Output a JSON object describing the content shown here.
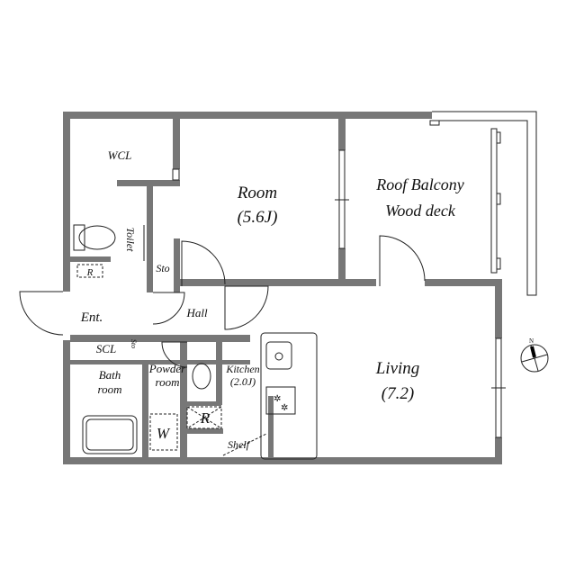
{
  "rooms": {
    "wcl": "WCL",
    "room": "Room",
    "room_size": "(5.6J)",
    "balcony_1": "Roof Balcony",
    "balcony_2": "Wood deck",
    "toilet": "Toilet",
    "sto_upper": "Sto",
    "entrance": "Ent.",
    "hall": "Hall",
    "scl": "SCL",
    "sto_lower": "Sto",
    "bath_1": "Bath",
    "bath_2": "room",
    "powder_1": "Powder",
    "powder_2": "room",
    "kitchen": "Kitchen",
    "kitchen_size": "(2.0J)",
    "living": "Living",
    "living_size": "(7.2)",
    "fridge": "R",
    "fridge_small": "R",
    "washer": "W",
    "shelf": "Shelf"
  },
  "compass": {
    "north": "N"
  },
  "colors": {
    "wall": "#777777",
    "line": "#222222"
  }
}
